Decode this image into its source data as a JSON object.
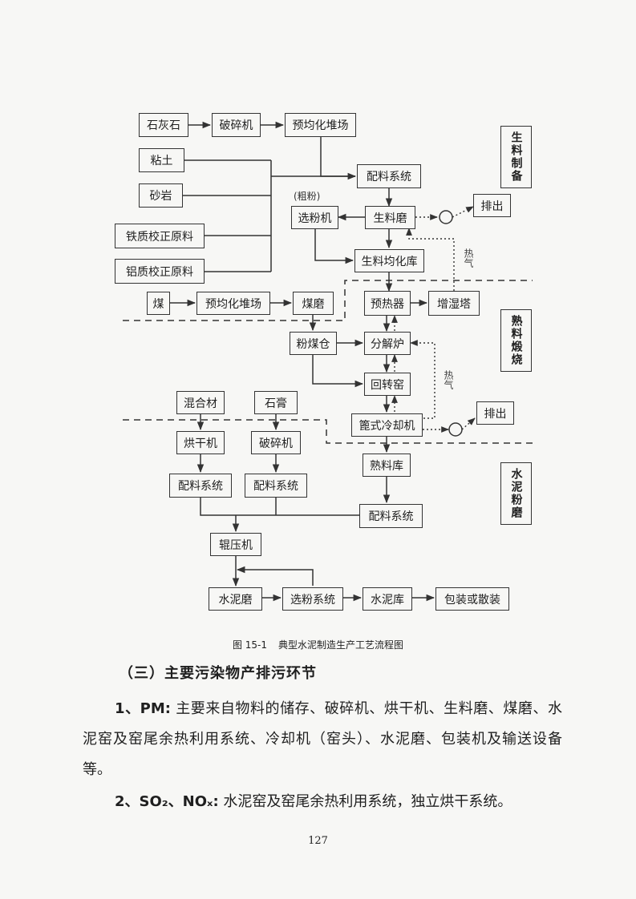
{
  "flowchart": {
    "boxes": {
      "limestone": "石灰石",
      "crusher_1": "破碎机",
      "prehomo_1": "预均化堆场",
      "clay": "粘土",
      "sandstone": "砂岩",
      "iron_corrective": "铁质校正原料",
      "alumina_corrective": "铝质校正原料",
      "batching_1": "配料系统",
      "separator_1": "选粉机",
      "raw_mill": "生料磨",
      "raw_homo_silo": "生料均化库",
      "exhaust_1": "排出",
      "coal": "煤",
      "prehomo_2": "预均化堆场",
      "coal_mill": "煤磨",
      "preheater": "预热器",
      "humidifier_tower": "增湿塔",
      "pulverized_coal_bin": "粉煤仓",
      "precalciner": "分解炉",
      "rotary_kiln": "回转窑",
      "grate_cooler": "篦式冷却机",
      "exhaust_2": "排出",
      "mixed_material": "混合材",
      "gypsum": "石膏",
      "dryer": "烘干机",
      "crusher_2": "破碎机",
      "batching_2": "配料系统",
      "batching_3": "配料系统",
      "clinker_silo": "熟料库",
      "batching_4": "配料系统",
      "roller_press": "辊压机",
      "cement_mill": "水泥磨",
      "separator_2": "选粉系统",
      "cement_silo": "水泥库",
      "packing": "包装或散装"
    },
    "stage_labels": {
      "raw_prep": "生料制备",
      "clinker_burn": "熟料煅烧",
      "cement_grind": "水泥粉磨"
    },
    "annotations": {
      "coarse_powder": "(粗粉)",
      "hot_gas_1": "热气",
      "hot_gas_2": "热气"
    }
  },
  "caption": {
    "figure_no": "图 15-1",
    "title": "典型水泥制造生产工艺流程图"
  },
  "section_heading": "（三）主要污染物产排污环节",
  "paragraphs": [
    {
      "lead": "1、PM:",
      "text": "主要来自物料的储存、破碎机、烘干机、生料磨、煤磨、水泥窑及窑尾余热利用系统、冷却机（窑头）、水泥磨、包装机及输送设备等。"
    },
    {
      "lead": "2、SO₂、NOₓ:",
      "text": "水泥窑及窑尾余热利用系统，独立烘干系统。"
    }
  ],
  "page_number": "127"
}
